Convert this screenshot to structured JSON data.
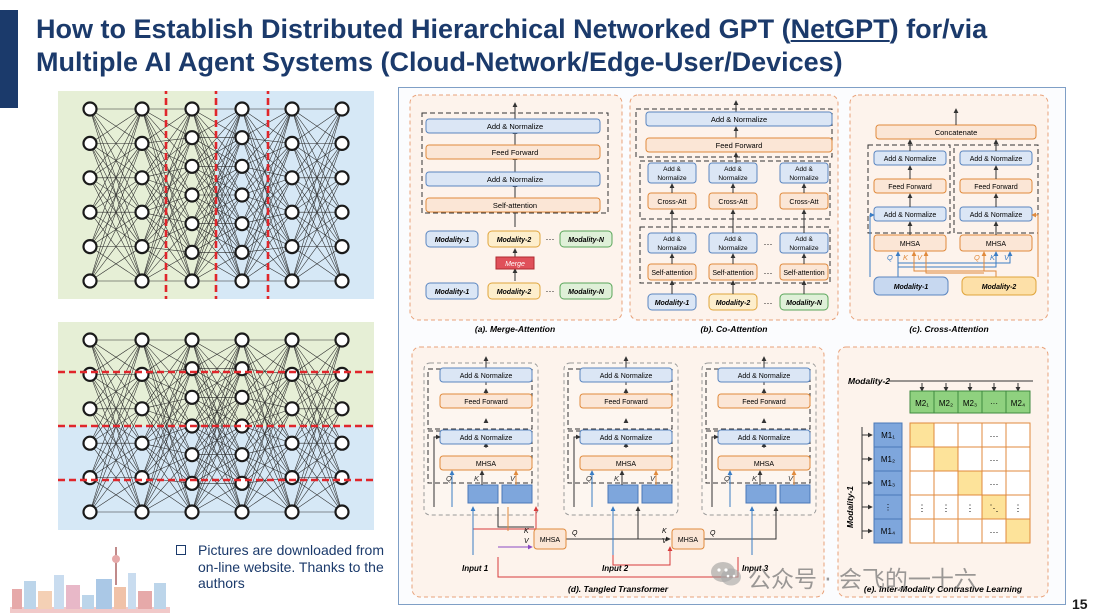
{
  "title": {
    "part1": "How to Establish Distributed Hierarchical Networked GPT (",
    "underlined": "NetGPT",
    "part2": ") for/via Multiple AI Agent Systems (Cloud-Network/Edge-User/Devices)"
  },
  "note": "Pictures are downloaded from on-line website. Thanks to the authors",
  "page_number": "15",
  "watermark": "公众号 · 会飞的一十六",
  "colors": {
    "title": "#1b3a6b",
    "nn_green": "#e6efd6",
    "nn_blue": "#d6e8f6",
    "cut_red": "#e0262b",
    "block_blue": "#dbe6f5",
    "block_orange": "#fbe6d6",
    "block_green": "#dff0d8",
    "matrix_yellow": "#fde39a",
    "matrix_green": "#8fd17f"
  },
  "diagram": {
    "merge": {
      "caption": "(a). Merge-Attention",
      "add_norm_top": "Add & Normalize",
      "feed_forward": "Feed Forward",
      "add_norm_mid": "Add & Normalize",
      "self_attention": "Self-attention",
      "mod1": "Modality-1",
      "mod2": "Modality-2",
      "modn": "Modality-N",
      "merge": "Merge",
      "dots": "···"
    },
    "co": {
      "caption": "(b). Co-Attention",
      "add_norm_top": "Add & Normalize",
      "feed_forward": "Feed Forward",
      "add_line1": "Add &",
      "add_line2": "Normalize",
      "cross_att": "Cross-Att",
      "self_att": "Self-attention",
      "mod1": "Modality-1",
      "mod2": "Modality-2",
      "modn": "Modality-N",
      "dots": "···"
    },
    "cross": {
      "caption": "(c). Cross-Attention",
      "concatenate": "Concatenate",
      "add_norm": "Add & Normalize",
      "feed_forward": "Feed Forward",
      "mhsa": "MHSA",
      "q": "Q",
      "k": "K",
      "v": "V",
      "mod1": "Modality-1",
      "mod2": "Modality-2"
    },
    "tangled": {
      "caption": "(d). Tangled Transformer",
      "add_norm": "Add & Normalize",
      "feed_forward": "Feed Forward",
      "mhsa": "MHSA",
      "q": "Q",
      "k": "K",
      "v": "V",
      "input1": "Input 1",
      "input2": "Input 2",
      "input3": "Input 3"
    },
    "contrastive": {
      "caption": "(e). Inter-Modality Contrastive Learning",
      "mod2": "Modality-2",
      "mod1": "Modality-1",
      "cols": [
        "M2₁",
        "M2₂",
        "M2₃",
        "···",
        "M2₄"
      ],
      "rows": [
        "M1₁",
        "M1₂",
        "M1₃",
        "⋮",
        "M1₄"
      ],
      "dots_h": "···",
      "dots_v": "⋮",
      "dots_d": "⋱"
    }
  }
}
